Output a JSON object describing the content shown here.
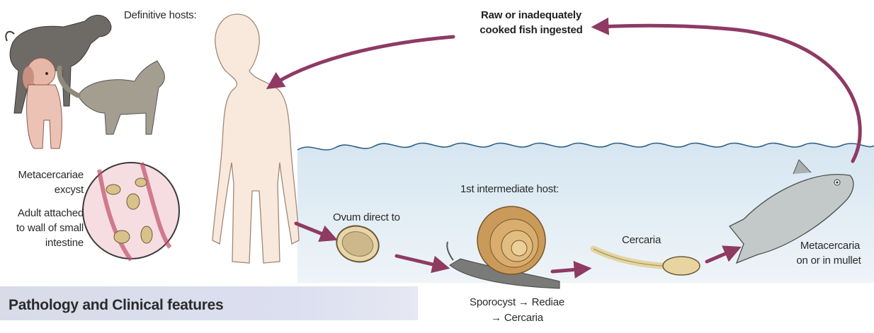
{
  "title": "",
  "labels": {
    "definitive_hosts": "Definitive hosts:",
    "ingested_line1": "Raw or inadequately",
    "ingested_line2": "cooked fish ingested",
    "metacercariae_line1": "Metacercariae",
    "metacercariae_line2": "excyst",
    "adult_line1": "Adult attached",
    "adult_line2": "to wall of small",
    "adult_line3": "intestine",
    "ovum": "Ovum direct to",
    "first_host": "1st intermediate host:",
    "cercaria": "Cercaria",
    "sporocyst_line1": "Sporocyst → Rediae",
    "sporocyst_line2": "→ Cercaria",
    "metacercaria_line1": "Metacercaria",
    "metacercaria_line2": "on or in mullet"
  },
  "section": {
    "heading": "Pathology and Clinical features"
  },
  "colors": {
    "arrow": "#8e3a63",
    "water": "#dbe9f2",
    "skin": "#f7e6d8",
    "snail_shell": "#c99a5a",
    "fish": "#c3c8c8"
  }
}
